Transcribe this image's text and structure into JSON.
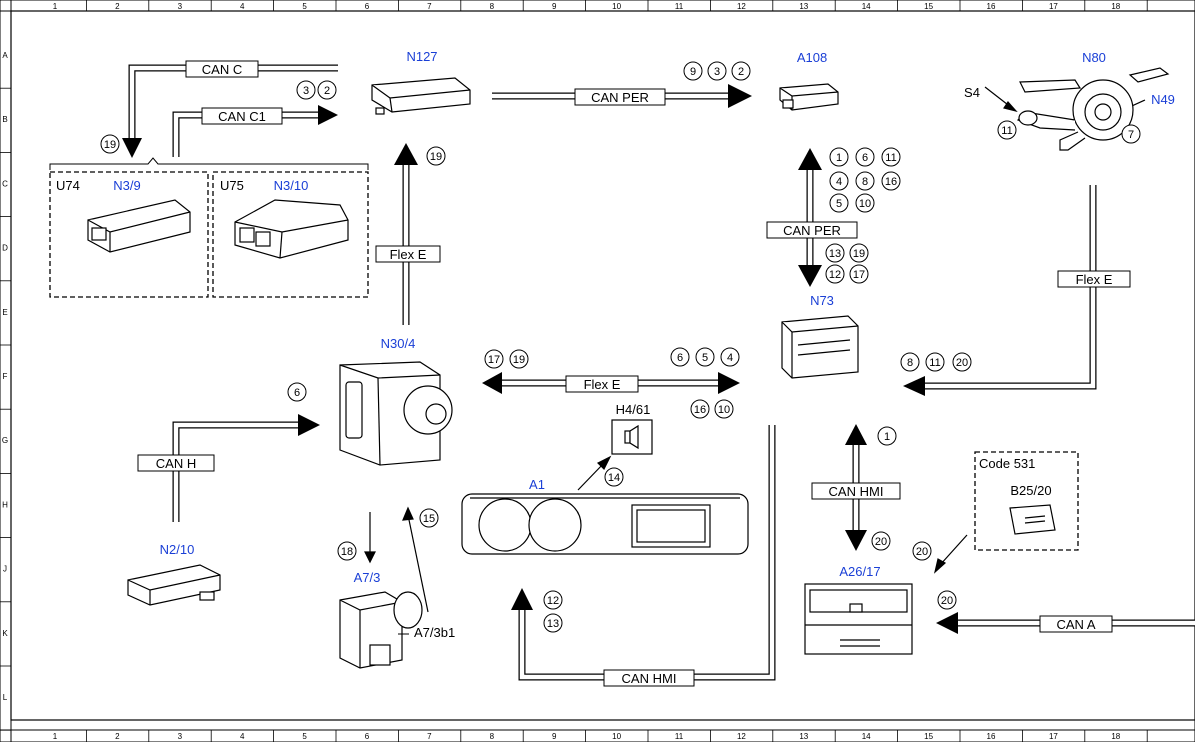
{
  "ruler": {
    "cols": [
      "1",
      "2",
      "3",
      "4",
      "5",
      "6",
      "7",
      "8",
      "9",
      "10",
      "11",
      "12",
      "13",
      "14",
      "15",
      "16",
      "17",
      "18"
    ],
    "rows": [
      "A",
      "B",
      "C",
      "D",
      "E",
      "F",
      "G",
      "H",
      "J",
      "K",
      "L"
    ]
  },
  "components": {
    "n127": "N127",
    "a108": "A108",
    "n80": "N80",
    "n49": "N49",
    "s4": "S4",
    "u74": "U74",
    "n3_9": "N3/9",
    "u75": "U75",
    "n3_10": "N3/10",
    "n73": "N73",
    "n30_4": "N30/4",
    "h4_61": "H4/61",
    "a1": "A1",
    "n2_10": "N2/10",
    "a7_3": "A7/3",
    "a7_3b1": "A7/3b1",
    "code531": "Code 531",
    "b25_20": "B25/20",
    "a26_17": "A26/17"
  },
  "buses": {
    "can_c": "CAN C",
    "can_c1": "CAN C1",
    "can_per_top": "CAN PER",
    "can_per_vert": "CAN PER",
    "flex_e_left": "Flex E",
    "flex_e_right": "Flex E",
    "flex_e_mid": "Flex E",
    "can_h": "CAN H",
    "can_hmi_vert": "CAN HMI",
    "can_hmi_bottom": "CAN HMI",
    "can_a": "CAN A"
  },
  "callouts": {
    "c3": "3",
    "c2": "2",
    "c19a": "19",
    "c19b": "19",
    "c9": "9",
    "c3b": "3",
    "c2b": "2",
    "c11a": "11",
    "c7": "7",
    "p1": "1",
    "p6": "6",
    "p11": "11",
    "p4": "4",
    "p8": "8",
    "p16": "16",
    "p5": "5",
    "p10": "10",
    "p13": "13",
    "p19": "19",
    "p12": "12",
    "p17": "17",
    "f17": "17",
    "f19": "19",
    "f6": "6",
    "f5": "5",
    "f4": "4",
    "f16": "16",
    "f10": "10",
    "e8": "8",
    "e11": "11",
    "e20": "20",
    "c6": "6",
    "c14": "14",
    "c18": "18",
    "c15": "15",
    "h1": "1",
    "h20": "20",
    "k20a": "20",
    "k20b": "20",
    "b12": "12",
    "b13": "13"
  }
}
